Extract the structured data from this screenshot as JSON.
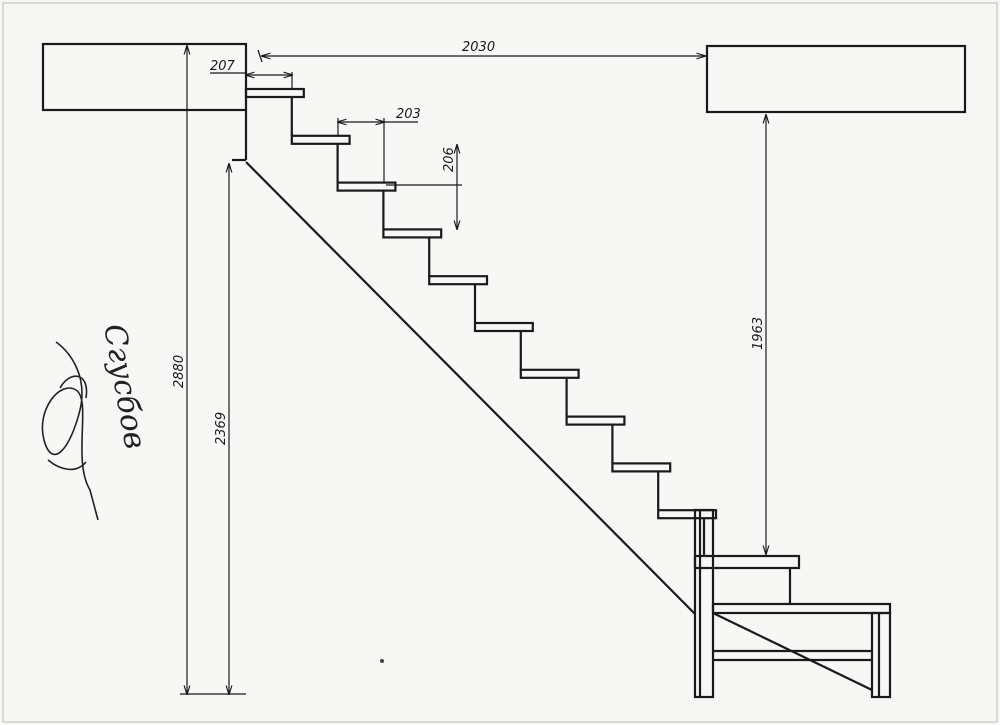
{
  "dimensions": {
    "span": "2030",
    "first_tread": "207",
    "tread": "203",
    "riser": "206",
    "total_height": "2880",
    "stringer_height": "2369",
    "headroom": "1963"
  },
  "signature": "Сгусбов"
}
